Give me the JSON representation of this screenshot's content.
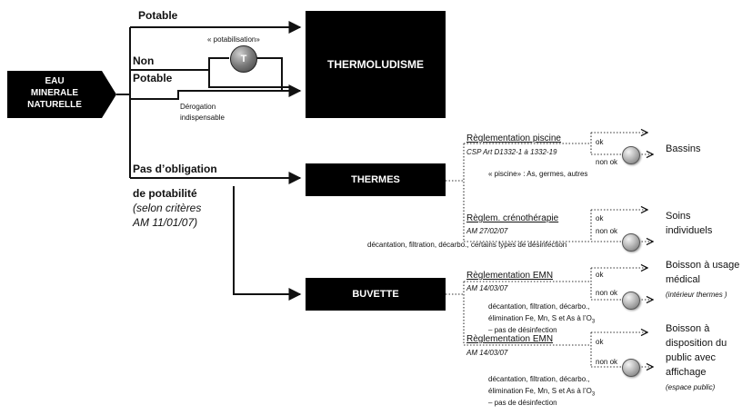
{
  "source": {
    "line1": "EAU",
    "line2": "MINERALE",
    "line3": "NATURELLE"
  },
  "branches": {
    "potable": "Potable",
    "non_potable_1": "Non",
    "non_potable_2": "Potable",
    "potabilisation": "« potabilisation»",
    "treatment_symbol": "T",
    "derogation_1": "Dérogation",
    "derogation_2": "indispensable",
    "pas_obligation": "Pas d’obligation",
    "de_potabilite": "de potabilité",
    "selon_criteres": "(selon critères",
    "am_ref": "AM 11/01/07)"
  },
  "boxes": {
    "thermoludisme": "THERMOLUDISME",
    "thermes": "THERMES",
    "buvette": "BUVETTE"
  },
  "regs": {
    "piscine": {
      "title": "Règlementation piscine",
      "ref": "CSP Art D1332-1 à 1332-19",
      "ok": "ok",
      "non_ok": "non ok",
      "criteria": "« piscine» : As, germes, autres"
    },
    "crenotherapie": {
      "title": "Règlem. crénothérapie",
      "ref": "AM 27/02/07",
      "ok": "ok",
      "non_ok": "non ok",
      "treatments": "décantation, filtration, décarbo., certains types de désinfection"
    },
    "emn1": {
      "title": "Règlementation EMN",
      "ref": "AM 14/03/07",
      "ok": "ok",
      "non_ok": "non ok",
      "treat1": "décantation, filtration, décarbo.,",
      "treat2": "élimination Fe, Mn, S et As à l’O",
      "treat2_sub": "3",
      "treat3": "– pas de désinfection"
    },
    "emn2": {
      "title": "Règlementation EMN",
      "ref": "AM 14/03/07",
      "ok": "ok",
      "non_ok": "non ok",
      "treat1": "décantation, filtration, décarbo.,",
      "treat2": "élimination Fe, Mn, S et As à l’O",
      "treat2_sub": "3",
      "treat3": "– pas de désinfection"
    }
  },
  "outcomes": {
    "bassins": "Bassins",
    "soins_1": "Soins",
    "soins_2": "individuels",
    "boisson_med_1": "Boisson à usage",
    "boisson_med_2": "médical",
    "boisson_med_3": "(intérieur thermes )",
    "boisson_pub_1": "Boisson à",
    "boisson_pub_2": "disposition du",
    "boisson_pub_3": "public avec",
    "boisson_pub_4": "affichage",
    "boisson_pub_5": "(espace public)"
  }
}
